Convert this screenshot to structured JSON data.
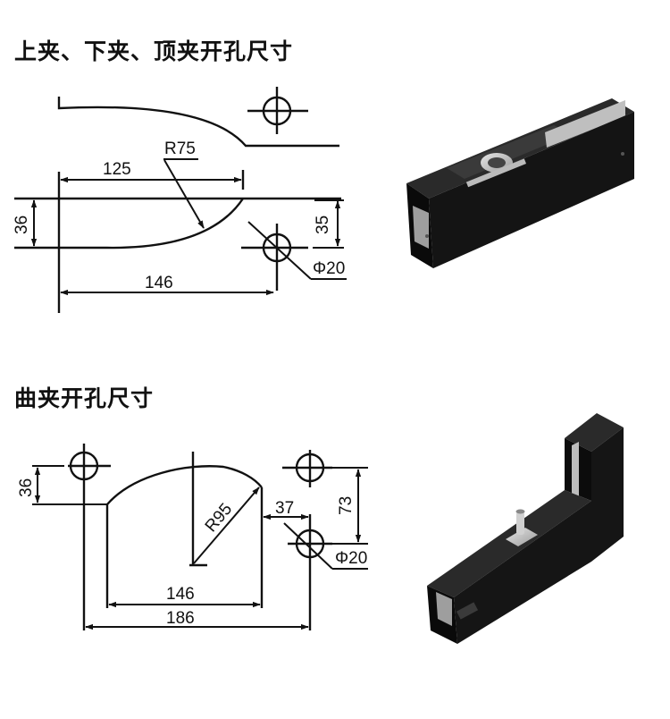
{
  "titles": {
    "top": "上夹、下夹、顶夹开孔尺寸",
    "bottom": "曲夹开孔尺寸"
  },
  "diagram1": {
    "radius_label": "R75",
    "width_upper": "125",
    "height_left": "36",
    "height_right": "35",
    "width_lower": "146",
    "hole_label": "Φ20"
  },
  "diagram2": {
    "height_left": "36",
    "radius_label": "R95",
    "offset_label": "37",
    "height_right": "73",
    "hole_label": "Φ20",
    "width_inner": "146",
    "width_outer": "186"
  },
  "colors": {
    "line": "#111111",
    "hardware_body": "#161616",
    "metal": "#c8c8c8"
  }
}
